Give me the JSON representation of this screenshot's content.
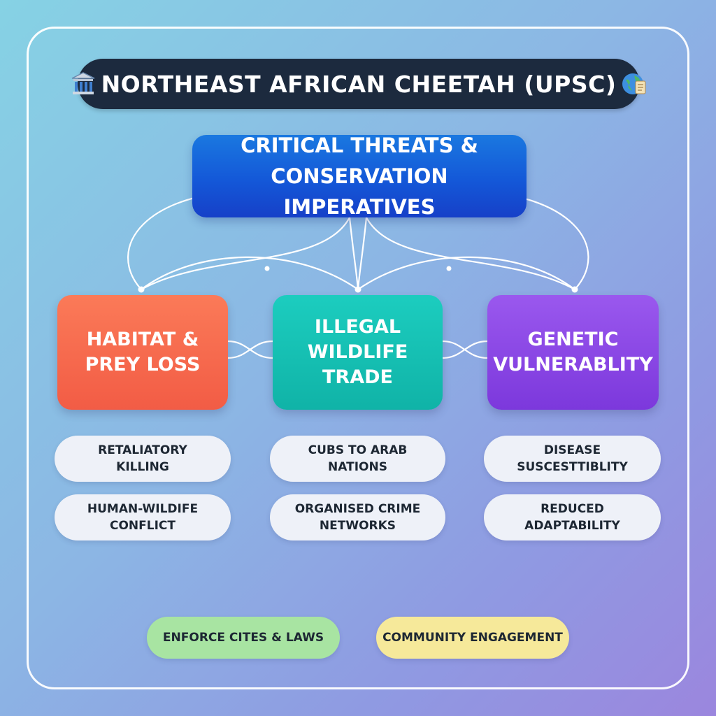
{
  "title": {
    "text": "NORTHEAST AFRICAN CHEETAH (UPSC)",
    "left_icon": "institution-building-icon",
    "right_icon": "globe-scroll-icon"
  },
  "central": {
    "text": "CRITICAL THREATS &\nCONSERVATION IMPERATIVES"
  },
  "branches": [
    {
      "text": "HABITAT &\nPREY LOSS",
      "color": "#f4654b",
      "details": [
        "RETALIATORY\nKILLING",
        "HUMAN-WILDIFE\nCONFLICT"
      ]
    },
    {
      "text": "ILLEGAL\nWILDLIFE\nTRADE",
      "color": "#16bfb2",
      "details": [
        "CUBS TO ARAB\nNATIONS",
        "ORGANISED CRIME\nNETWORKS"
      ]
    },
    {
      "text": "GENETIC\nVULNERABLITY",
      "color": "#8a45e4",
      "details": [
        "DISEASE\nSUSCESTTIBLITY",
        "REDUCED\nADAPTABILITY"
      ]
    }
  ],
  "actions": [
    {
      "text": "ENFORCE CITES & LAWS",
      "color": "#a8e4a2"
    },
    {
      "text": "COMMUNITY ENGAGEMENT",
      "color": "#f6e99a"
    }
  ],
  "colors": {
    "title_bg": "#1c2a3e",
    "central_bg": "#1558d8",
    "card_bg": "#eef1f8",
    "connector": "#ffffff"
  }
}
